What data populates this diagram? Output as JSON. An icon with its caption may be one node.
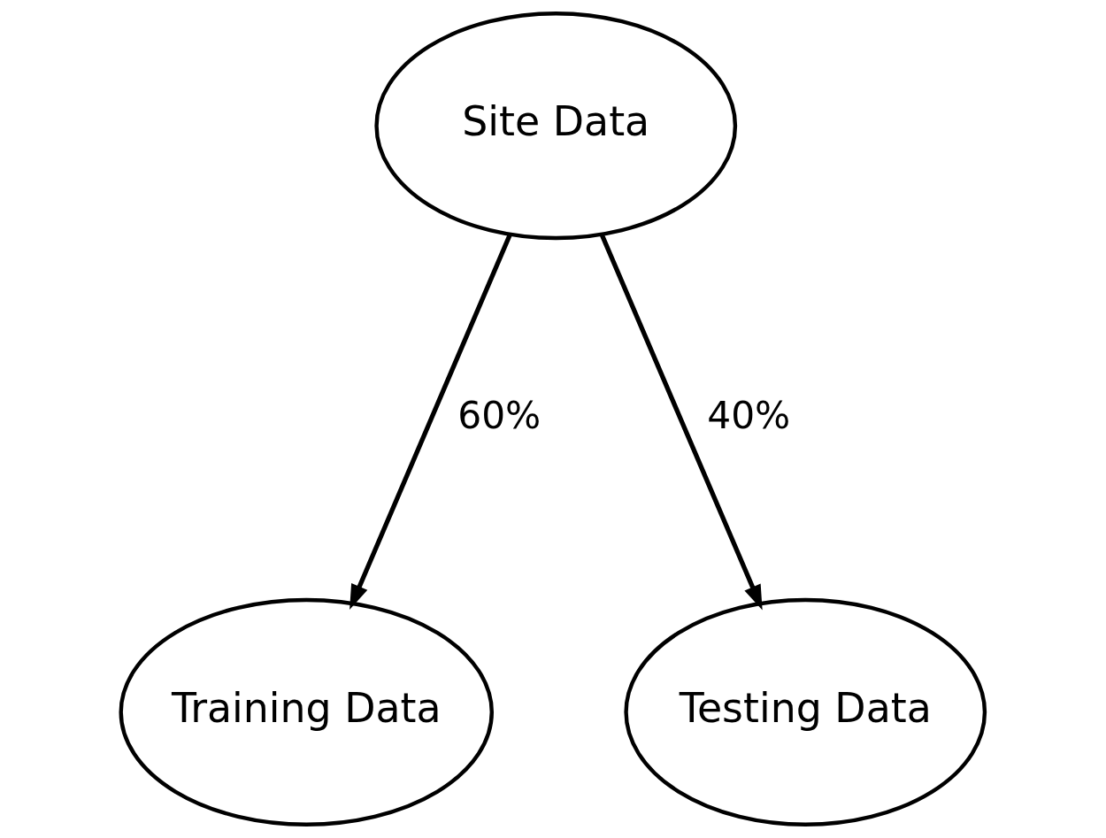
{
  "diagram": {
    "nodes": [
      {
        "text": [
          "Site Data"
        ]
      },
      {
        "text": [
          "Training Data"
        ]
      },
      {
        "text": [
          "Testing Data"
        ]
      }
    ],
    "edges": [
      {
        "from": 0,
        "to": 1,
        "arrow": "to",
        "label": "60%"
      },
      {
        "from": 0,
        "to": 2,
        "arrow": "to",
        "label": "40%"
      }
    ]
  }
}
